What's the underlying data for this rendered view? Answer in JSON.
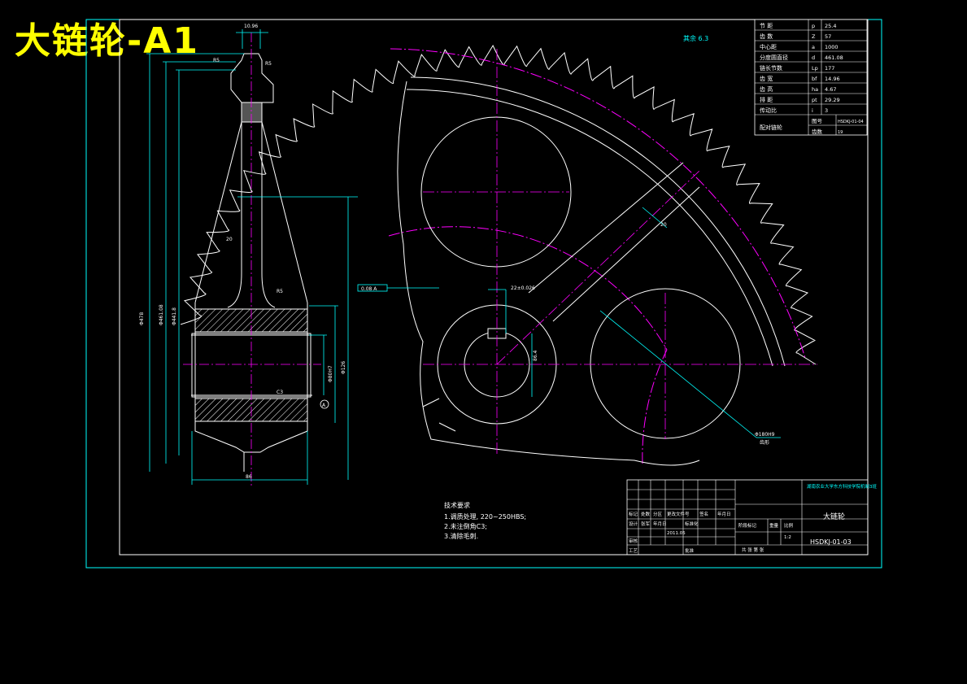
{
  "overlay_title": "大链轮-A1",
  "roughness_note": "其余 6.3",
  "params_table": [
    {
      "name": "节 距",
      "sym": "p",
      "val": "25.4"
    },
    {
      "name": "齿 数",
      "sym": "Z",
      "val": "57"
    },
    {
      "name": "中心距",
      "sym": "a",
      "val": "1000"
    },
    {
      "name": "分度圆直径",
      "sym": "d",
      "val": "461.08"
    },
    {
      "name": "链长节数",
      "sym": "Lp",
      "val": "177"
    },
    {
      "name": "齿 宽",
      "sym": "bf",
      "val": "14.96"
    },
    {
      "name": "齿 高",
      "sym": "ha",
      "val": "4.67"
    },
    {
      "name": "排 距",
      "sym": "pt",
      "val": "29.29"
    },
    {
      "name": "传动比",
      "sym": "i",
      "val": "3"
    }
  ],
  "mating": {
    "label": "配对链轮",
    "fig_no_label": "图号",
    "fig_no": "HSDKJ-01-04",
    "teeth_label": "齿数",
    "teeth": "19"
  },
  "tech_req": {
    "title": "技术要求",
    "items": [
      "1.调质处理, 220~250HBS;",
      "2.未注倒角C3;",
      "3.清除毛刺."
    ]
  },
  "title_block": {
    "school": "湖南农业大学东方科技学院机制3班",
    "part_name": "大链轮",
    "drawing_no": "HSDKJ-01-03",
    "scale": "1:2",
    "sheet": "共 张 第 张",
    "sign_rows": [
      "标记",
      "处数",
      "分区",
      "更改文件号",
      "签名",
      "年月日"
    ],
    "design_row": [
      "设计",
      "张军",
      "年月日",
      "标准化",
      "2011.05"
    ],
    "review": "审核",
    "process": "工艺",
    "approve": "批准",
    "stage": "阶段标记",
    "weight": "重量",
    "ratio": "比例"
  },
  "dims": {
    "top_small": "10.96",
    "rim": "R5",
    "pitch_left": "Φ478",
    "d1": "Φ461.08",
    "d2": "Φ441.8",
    "hub_bore": "Φ80H7",
    "hub_od": "Φ126",
    "hub_len": "86",
    "chamfer": "C3",
    "key": "22±0.026",
    "keydepth": "86.4",
    "ref_a": "A",
    "tol": "0.08 A",
    "hole_dia": "Φ180H9",
    "teeth_note": "齿形",
    "web": "20",
    "web_r": "R5",
    "web_r2": "R5"
  }
}
